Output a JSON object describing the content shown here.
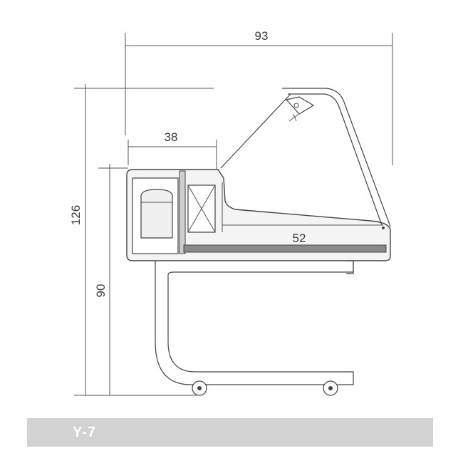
{
  "dimensions": {
    "overall_width": "93",
    "total_height": "126",
    "counter_height": "90",
    "upper_depth": "38",
    "display_depth": "52"
  },
  "model": {
    "name": "Y-7"
  },
  "colors": {
    "line": "#444444",
    "footer_bar": "#d2d2d2",
    "shelf": "#8a8a8a"
  }
}
